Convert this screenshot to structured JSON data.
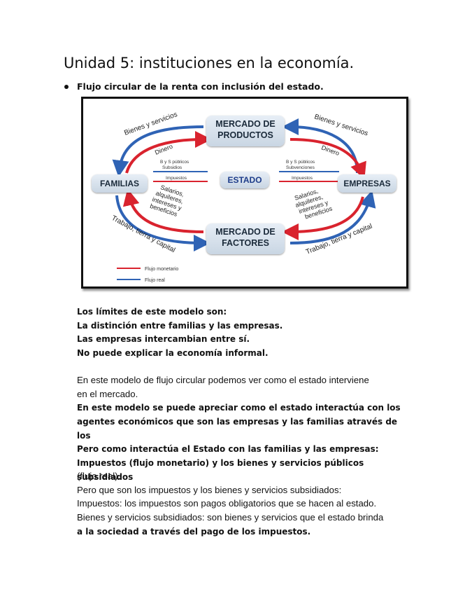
{
  "title": "Unidad 5: instituciones en la economía.",
  "bullet": "Flujo circular de la renta con inclusión del estado.",
  "diagram": {
    "mercado_productos": [
      "MERCADO DE",
      "PRODUCTOS"
    ],
    "mercado_factores": [
      "MERCADO DE",
      "FACTORES"
    ],
    "familias": "FAMILIAS",
    "empresas": "EMPRESAS",
    "estado": "ESTADO",
    "bienes_servicios": "Bienes y servicios",
    "dinero": "Dinero",
    "left_state_top": [
      "B y S públicos",
      "Subsidios"
    ],
    "left_state_bottom": "Impuestos",
    "right_state_top": [
      "B y S públicos",
      "Subvenciones"
    ],
    "right_state_bottom": "Impuestos",
    "salarios": [
      "Salarios,",
      "alquileres,",
      "intereses y",
      "beneficios"
    ],
    "trabajo": "Trabajo, tierra y capital",
    "legend_monetario": "Flujo monetario",
    "legend_real": "Flujo real",
    "colors": {
      "red": "#d9232e",
      "blue": "#2f63b5"
    }
  },
  "lines": [
    {
      "text": "Los límites de este modelo son:",
      "style": "b"
    },
    {
      "text": "La distinción entre familias y las empresas.",
      "style": "b"
    },
    {
      "text": "Las empresas intercambian entre sí.",
      "style": "b"
    },
    {
      "text": "No puede explicar la economía informal.",
      "style": "b"
    },
    {
      "text": "",
      "style": "n"
    },
    {
      "text": "En este modelo de flujo circular podemos ver como el estado interviene",
      "style": "n"
    },
    {
      "text": "en el mercado.",
      "style": "n"
    },
    {
      "text": "En este modelo se puede apreciar como el estado interactúa con los",
      "style": "b"
    },
    {
      "text": "agentes económicos que son las empresas y las familias através de los",
      "style": "b"
    },
    {
      "text": "",
      "style": "n"
    },
    {
      "text": "Pero como interactúa el Estado con las familias y las empresas:",
      "style": "b"
    },
    {
      "text": "Impuestos (flujo monetario) y los bienes y servicios públicos subsidiados",
      "style": "b"
    },
    {
      "text": "(flujo real).",
      "style": "n"
    },
    {
      "text": "Pero que son los impuestos y los bienes y servicios subsidiados:",
      "style": "n"
    },
    {
      "text": "Impuestos: los impuestos son pagos obligatorios  que  se hacen al estado.",
      "style": "n"
    },
    {
      "text": "Bienes y servicios subsidiados: son bienes y servicios que el estado brinda",
      "style": "n"
    },
    {
      "text": "a la sociedad a través del pago de los impuestos.",
      "style": "b"
    }
  ]
}
